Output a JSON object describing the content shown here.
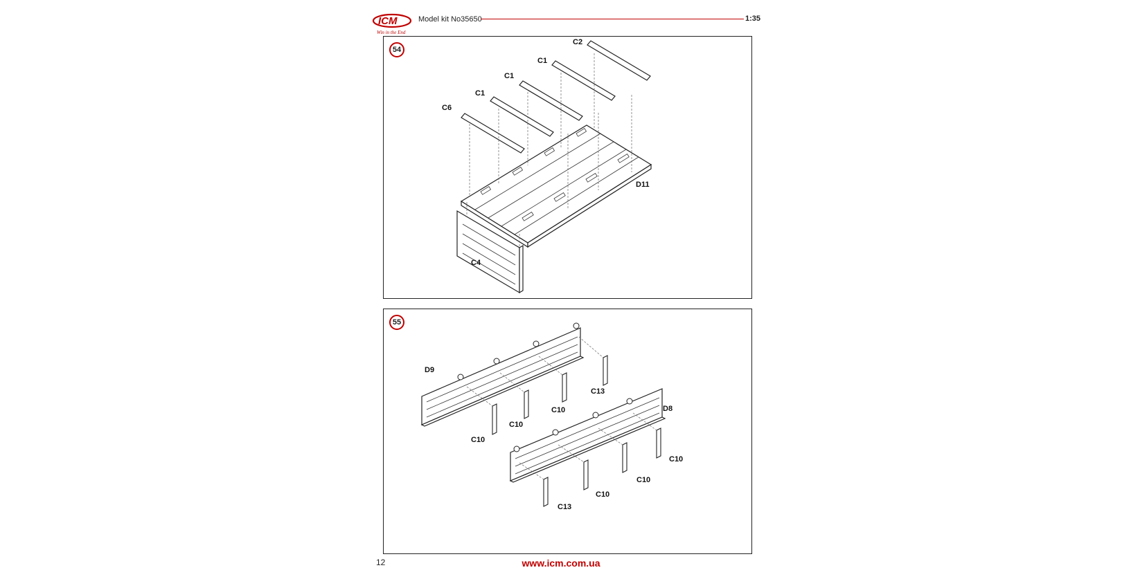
{
  "header": {
    "logo_text": "ICM",
    "logo_tagline": "Win in the End",
    "kit_title": "Model kit No35650",
    "scale": "1:35"
  },
  "steps": [
    {
      "number": "54",
      "labels": {
        "c2": "C2",
        "c1_a": "C1",
        "c1_b": "C1",
        "c1_c": "C1",
        "c6": "C6",
        "d11": "D11",
        "c4": "C4"
      }
    },
    {
      "number": "55",
      "labels": {
        "d9": "D9",
        "d8": "D8",
        "c13_a": "C13",
        "c13_b": "C13",
        "c10_a": "C10",
        "c10_b": "C10",
        "c10_c": "C10",
        "c10_d": "C10",
        "c10_e": "C10",
        "c10_f": "C10"
      }
    }
  ],
  "footer": {
    "page_number": "12",
    "website": "www.icm.com.ua"
  },
  "colors": {
    "brand": "#c00000",
    "line": "#222222"
  }
}
